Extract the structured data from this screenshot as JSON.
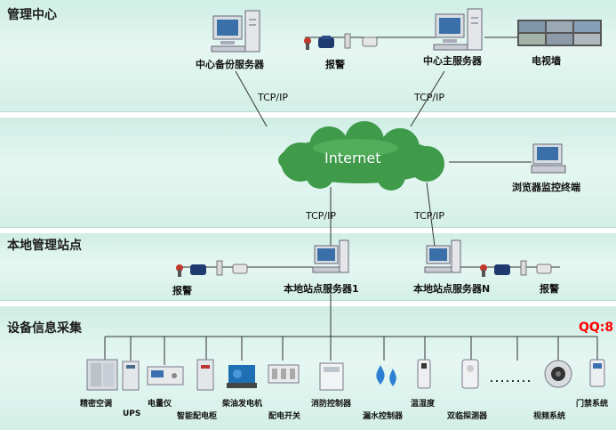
{
  "sections": {
    "management": "管理中心",
    "local_station": "本地管理站点",
    "device_collection": "设备信息采集"
  },
  "management": {
    "backup_server": "中心备份服务器",
    "alarm": "报警",
    "main_server": "中心主服务器",
    "tv_wall": "电视墙"
  },
  "network": {
    "tcp_left": "TCP/IP",
    "tcp_right": "TCP/IP",
    "internet": "Internet",
    "browser_terminal": "浏览器监控终端",
    "tcp_lower_left": "TCP/IP",
    "tcp_lower_right": "TCP/IP"
  },
  "local": {
    "alarm_left": "报警",
    "server1": "本地站点服务器1",
    "serverN": "本地站点服务器N",
    "alarm_right": "报警"
  },
  "devices": {
    "precision_ac": "精密空调",
    "ups": "UPS",
    "meter": "电量仪",
    "smart_cabinet": "智能配电柜",
    "diesel_generator": "柴油发电机",
    "switch": "配电开关",
    "fire_controller": "消防控制器",
    "leak_controller": "漏水控制器",
    "temp_humidity": "温湿度",
    "dual_detector": "双临探测器",
    "video_system": "视频系统",
    "access_control": "门禁系统"
  },
  "watermark": "QQ:8",
  "colors": {
    "band": "#dff4ee",
    "cloud": "#3f9a4a",
    "line": "#333333",
    "watermark": "#ff0000"
  }
}
